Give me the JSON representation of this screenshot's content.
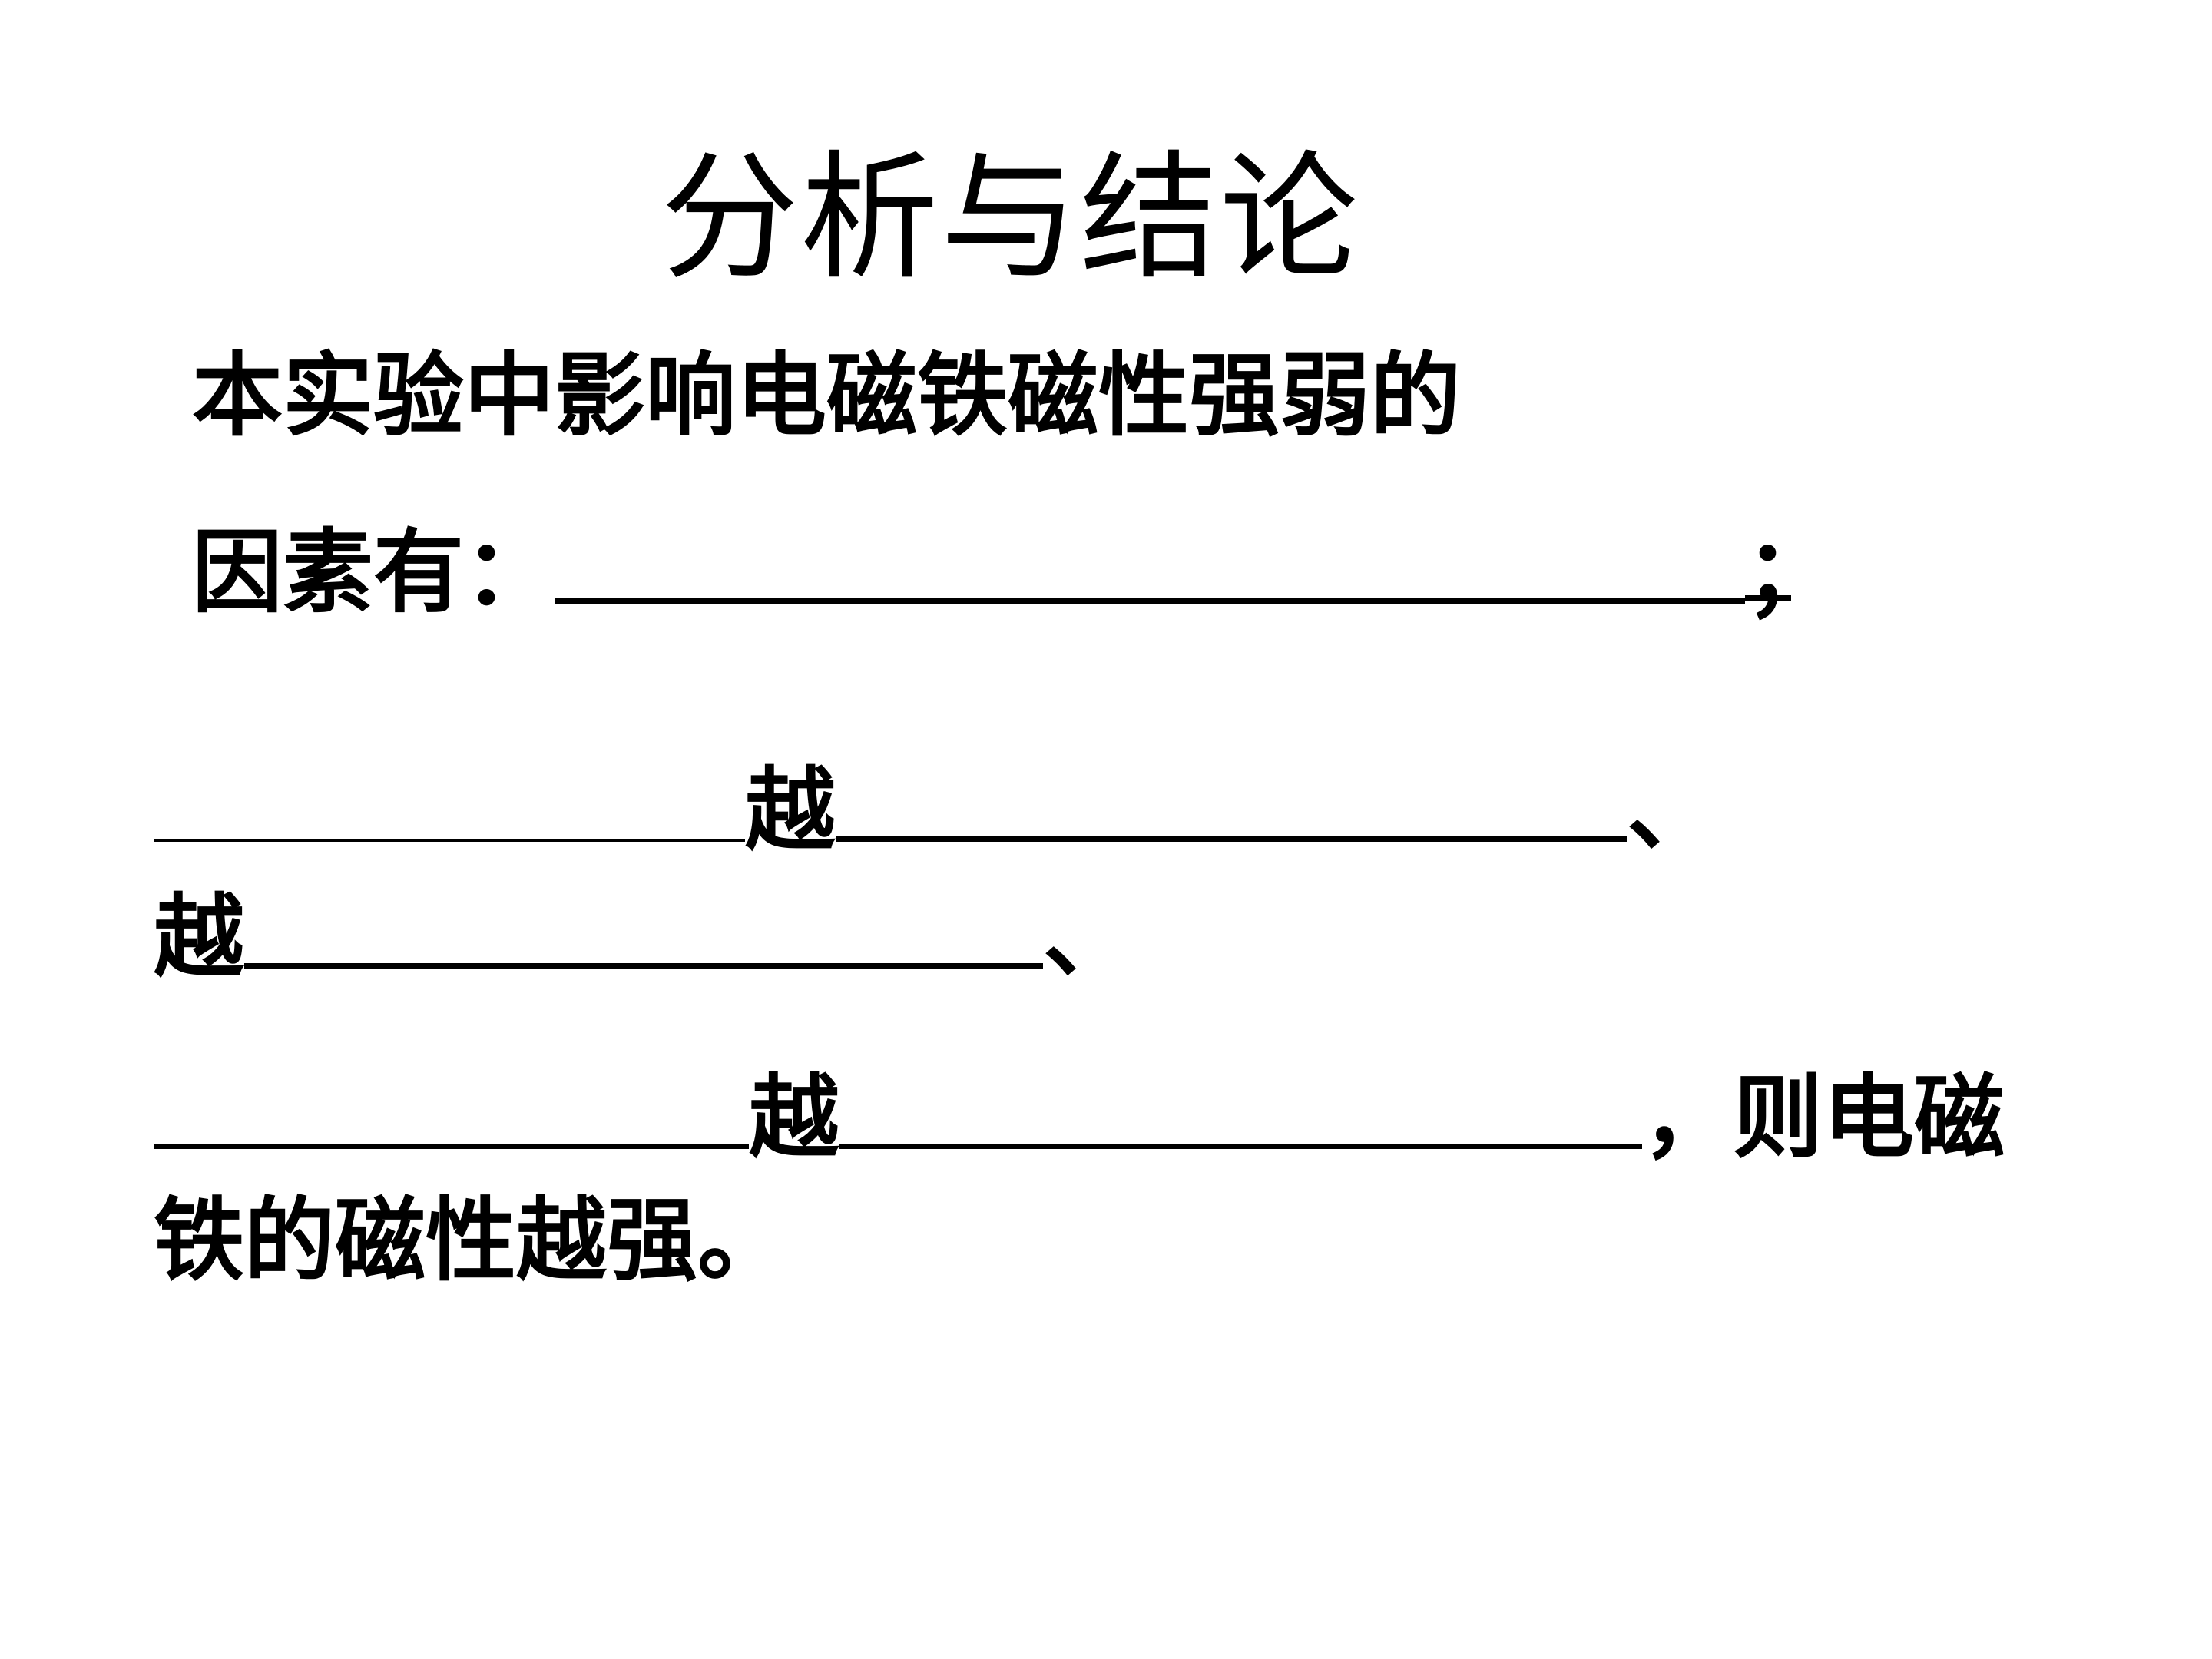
{
  "title": "分析与结论",
  "lines": {
    "l1": "本实验中影响电磁铁磁性强弱的",
    "l2_prefix": "因素有：",
    "semicolon": "；",
    "yue": "越",
    "dun": "、",
    "comma_tail": "，则电磁",
    "l7": "铁的磁性越强。"
  }
}
